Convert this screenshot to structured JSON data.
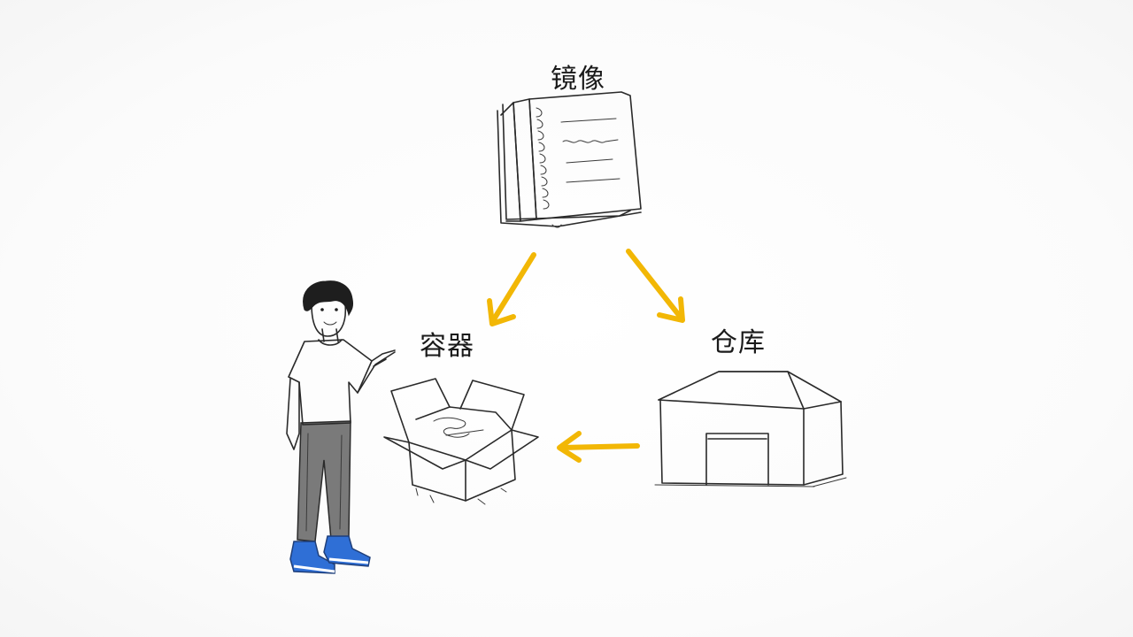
{
  "diagram": {
    "nodes": {
      "image": {
        "label": "镜像",
        "icon": "notebook-icon"
      },
      "container": {
        "label": "容器",
        "icon": "open-box-icon"
      },
      "warehouse": {
        "label": "仓库",
        "icon": "warehouse-icon"
      }
    },
    "edges": [
      {
        "from": "image",
        "to": "container"
      },
      {
        "from": "image",
        "to": "warehouse"
      },
      {
        "from": "warehouse",
        "to": "container"
      }
    ],
    "figure": {
      "icon": "person-pointing-icon"
    }
  },
  "colors": {
    "arrow": "#F2B705",
    "ink": "#2a2a2a",
    "shoes": "#2F6FD6",
    "pants": "#7a7a7a"
  }
}
